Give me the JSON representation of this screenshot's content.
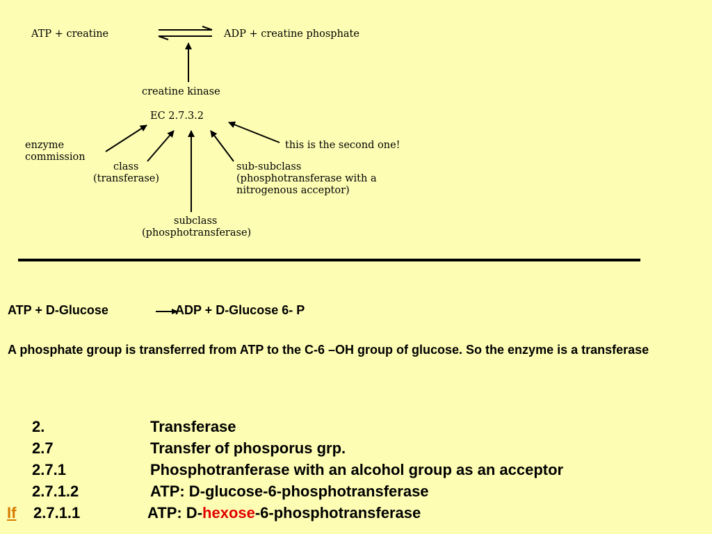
{
  "diagram": {
    "reaction_left": "ATP  +  creatine",
    "reaction_right": "ADP + creatine phosphate",
    "enzyme_name": "creatine kinase",
    "ec_number": "EC 2.7.3.2",
    "label_enzyme_commission_1": "enzyme",
    "label_enzyme_commission_2": "commission",
    "label_class_1": "class",
    "label_class_2": "(transferase)",
    "label_subclass_1": "subclass",
    "label_subclass_2": "(phosphotransferase)",
    "label_subsubclass_1": "sub-subclass",
    "label_subsubclass_2": "(phosphotransferase with a",
    "label_subsubclass_3": "nitrogenous acceptor)",
    "label_second": "this is the second one!"
  },
  "reaction": {
    "reactants": "ATP + D-Glucose",
    "products": "ADP + D-Glucose 6- P"
  },
  "explanation": "A phosphate group is transferred from ATP to the C-6 –OH group of glucose. So the enzyme is a transferase",
  "ec_hierarchy": [
    {
      "number": "2.",
      "description": "Transferase"
    },
    {
      "number": "2.7",
      "description": "Transfer of phosporus grp."
    },
    {
      "number": "2.7.1",
      "description": "Phosphotranferase with an alcohol group as an acceptor"
    },
    {
      "number": "2.7.1.2",
      "description": "ATP: D-glucose-6-phosphotransferase"
    }
  ],
  "last_row": {
    "link_text": "If",
    "number": "2.7.1.1",
    "desc_prefix": "ATP: D-",
    "desc_highlight": "hexose",
    "desc_suffix": "-6-phosphotransferase"
  },
  "colors": {
    "background": "#fdfdb4",
    "link": "#d67a00",
    "highlight": "#e00000"
  }
}
